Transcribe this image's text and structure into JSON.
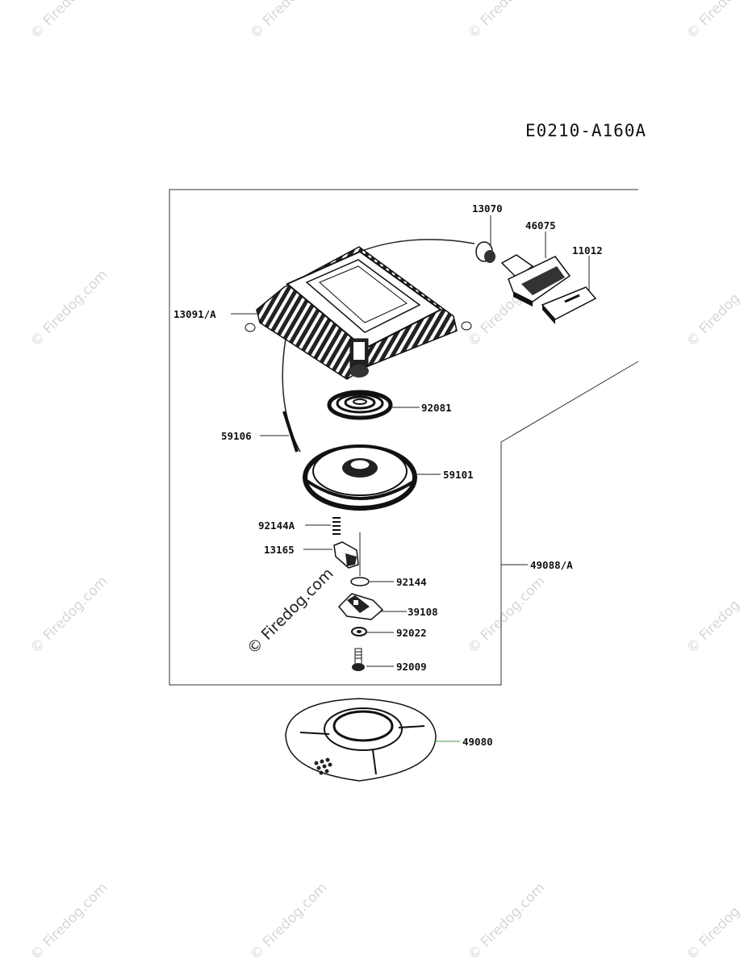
{
  "diagram_code": "E0210-A160A",
  "watermark": "© Firedog.com",
  "parts": {
    "p13070": "13070",
    "p46075": "46075",
    "p11012": "11012",
    "p13091A": "13091/A",
    "p92081": "92081",
    "p59106": "59106",
    "p59101": "59101",
    "p92144A": "92144A",
    "p13165": "13165",
    "p49088A": "49088/A",
    "p92144": "92144",
    "p39108": "39108",
    "p92022": "92022",
    "p92009": "92009",
    "p49080": "49080"
  }
}
